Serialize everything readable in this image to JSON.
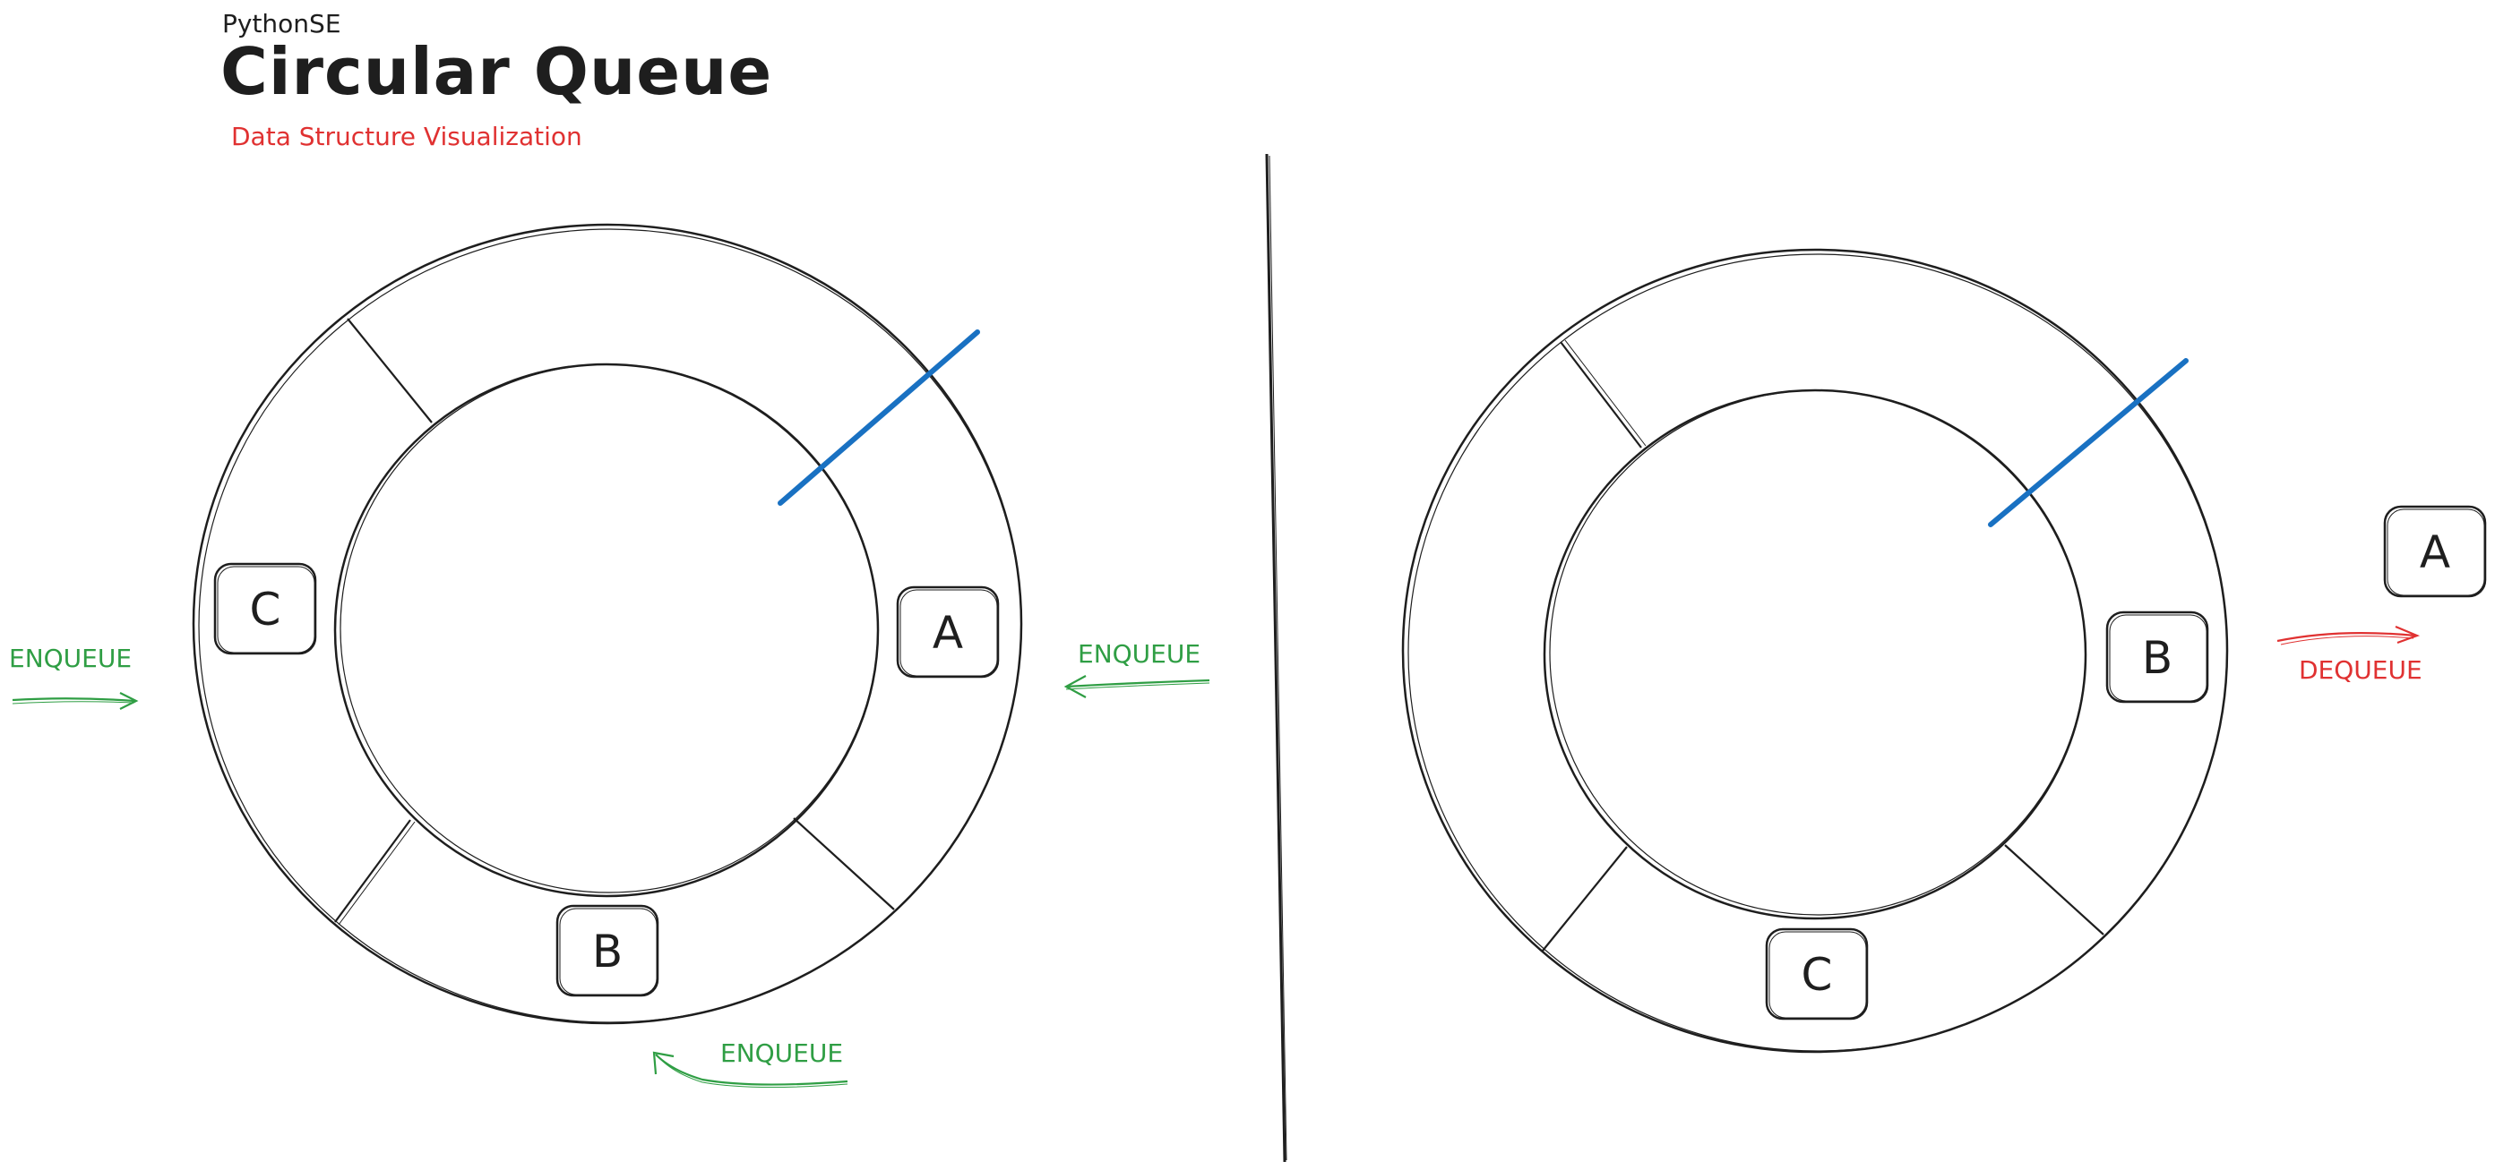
{
  "header": {
    "brand": "PythonSE",
    "title": "Circular Queue",
    "subtitle": "Data Structure Visualization"
  },
  "colors": {
    "ink": "#1e1e1e",
    "pointer": "#1971c2",
    "enqueue": "#2f9e44",
    "dequeue": "#e03131"
  },
  "left_queue": {
    "cells": [
      "C",
      "A",
      "B"
    ],
    "operations": [
      "ENQUEUE",
      "ENQUEUE",
      "ENQUEUE"
    ]
  },
  "right_queue": {
    "cells": [
      "B",
      "C"
    ],
    "removed": "A",
    "operation": "DEQUEUE"
  }
}
